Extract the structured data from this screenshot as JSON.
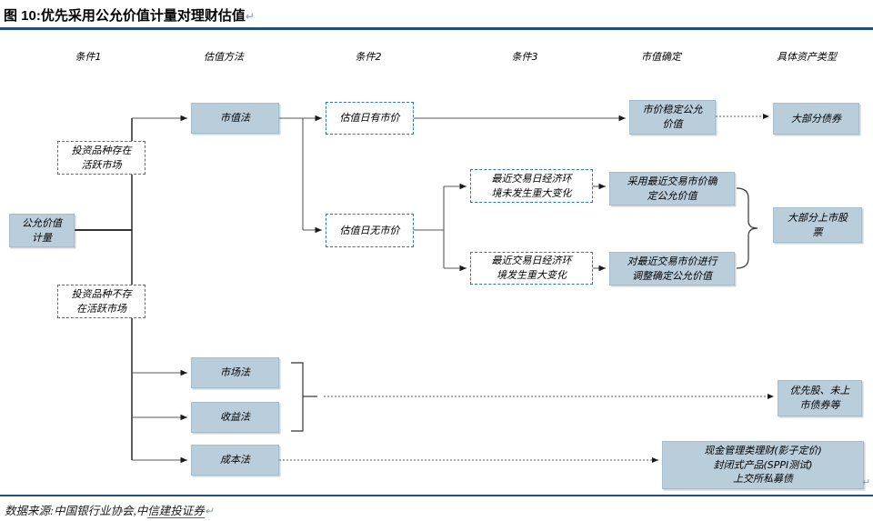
{
  "title": {
    "text": "图 10:优先采用公允价值计量对理财估值",
    "return_mark": "↵"
  },
  "columns": [
    {
      "label": "条件1"
    },
    {
      "label": "估值方法"
    },
    {
      "label": "条件2"
    },
    {
      "label": "条件3"
    },
    {
      "label": "市值确定"
    },
    {
      "label": "具体资产类型"
    }
  ],
  "nodes": {
    "root": {
      "label": "公允价值\n计量"
    },
    "cond_active": {
      "label": "投资品种存在\n活跃市场"
    },
    "cond_inactive": {
      "label": "投资品种不存\n在活跃市场"
    },
    "method_market_value": {
      "label": "市值法"
    },
    "method_market": {
      "label": "市场法"
    },
    "method_income": {
      "label": "收益法"
    },
    "method_cost": {
      "label": "成本法"
    },
    "cond_has_price": {
      "label": "估值日有市价"
    },
    "cond_no_price": {
      "label": "估值日无市价"
    },
    "cond_no_change": {
      "label": "最近交易日经济环\n境未发生重大变化"
    },
    "cond_change": {
      "label": "最近交易日经济环\n境发生重大变化"
    },
    "det_stable": {
      "label": "市价稳定公允\n价值"
    },
    "det_recent_price": {
      "label": "采用最近交易市价确\n定公允价值"
    },
    "det_adjusted_price": {
      "label": "对最近交易市价进行\n调整确定公允价值"
    },
    "asset_bonds": {
      "label": "大部分债券"
    },
    "asset_listed_stocks": {
      "label": "大部分上市股\n票"
    },
    "asset_preferred": {
      "label": "优先股、未上\n市债券等"
    },
    "asset_cash_mgmt": {
      "label": "现金管理类理财(影子定价)\n封闭式产品(SPPI测试)\n上交所私募债"
    }
  },
  "footer": {
    "prefix": "数据来源:中国银行业协会,中",
    "link": "信建投证券",
    "return_mark": "↵"
  },
  "corner_return_mark": "↵",
  "colors": {
    "box_fill": "#b9cdda",
    "dashed_border": "#2e75b6",
    "rule": "#1f4e79",
    "line": "#404040"
  }
}
